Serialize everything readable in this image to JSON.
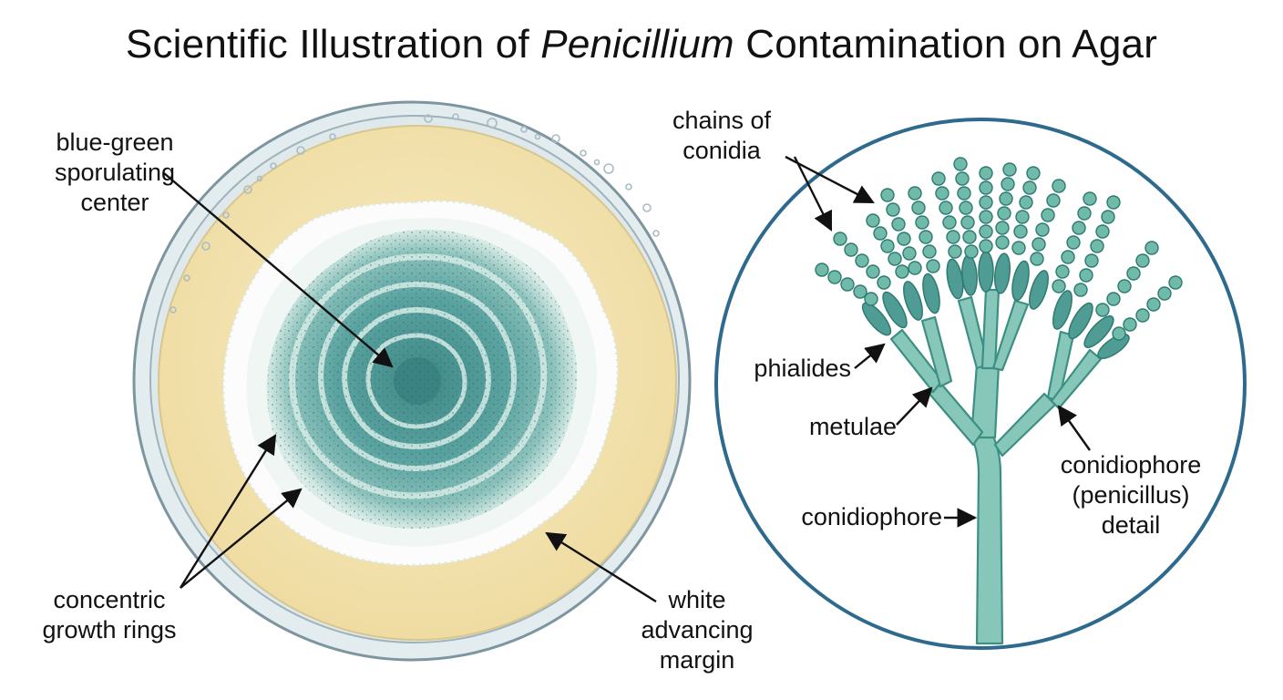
{
  "title": {
    "before": "Scientific Illustration of ",
    "genus": "Penicillium",
    "after": " Contamination on Agar"
  },
  "labels": {
    "sporulating_center": "blue-green\nsporulating\ncenter",
    "growth_rings": "concentric\ngrowth rings",
    "advancing_margin": "white\nadvancing\nmargin",
    "conidia_chains": "chains of\nconidia",
    "phialides": "phialides",
    "metulae": "metulae",
    "conidiophore": "conidiophore",
    "penicillus_detail": "conidiophore\n(penicillus)\ndetail"
  },
  "colors": {
    "agar": "#f5e6b2",
    "dish_rim": "#c9d7de",
    "colony_teal": "#4f9a99",
    "colony_light": "#a9d1cb",
    "margin_white": "#fbfcfb",
    "detail_ring": "#2e6a8e",
    "hyphae": "#83c3b6",
    "conidia": "#5fae9e",
    "arrow": "#111111"
  }
}
